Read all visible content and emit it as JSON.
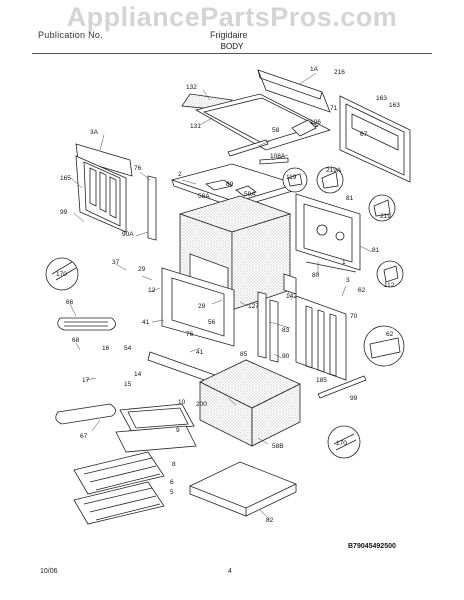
{
  "watermark": "AppliancePartsPros.com",
  "header": {
    "line1": "Publication No.",
    "line2": "Frigidaire",
    "section": "BODY"
  },
  "callouts": [
    {
      "id": "c1A",
      "text": "1A"
    },
    {
      "id": "c216",
      "text": "216"
    },
    {
      "id": "c132",
      "text": "132"
    },
    {
      "id": "c163a",
      "text": "163"
    },
    {
      "id": "c163b",
      "text": "163"
    },
    {
      "id": "c71",
      "text": "71"
    },
    {
      "id": "c131",
      "text": "131"
    },
    {
      "id": "c106",
      "text": "106"
    },
    {
      "id": "c58",
      "text": "58"
    },
    {
      "id": "c67",
      "text": "67"
    },
    {
      "id": "c3A",
      "text": "3A"
    },
    {
      "id": "c108A",
      "text": "108A"
    },
    {
      "id": "c2",
      "text": "2"
    },
    {
      "id": "c76",
      "text": "76"
    },
    {
      "id": "c119",
      "text": "119"
    },
    {
      "id": "c219A",
      "text": "219A"
    },
    {
      "id": "c165",
      "text": "165"
    },
    {
      "id": "c89",
      "text": "89"
    },
    {
      "id": "c58A",
      "text": "58A"
    },
    {
      "id": "c59A",
      "text": "59A"
    },
    {
      "id": "c81a",
      "text": "81"
    },
    {
      "id": "c99a",
      "text": "99"
    },
    {
      "id": "c219",
      "text": "219"
    },
    {
      "id": "c90A",
      "text": "90A"
    },
    {
      "id": "c81b",
      "text": "81"
    },
    {
      "id": "c170a",
      "text": "170"
    },
    {
      "id": "c37",
      "text": "37"
    },
    {
      "id": "c29",
      "text": "29"
    },
    {
      "id": "c80",
      "text": "80"
    },
    {
      "id": "c1",
      "text": "1"
    },
    {
      "id": "c112",
      "text": "112"
    },
    {
      "id": "c12",
      "text": "12"
    },
    {
      "id": "c3",
      "text": "3"
    },
    {
      "id": "c142",
      "text": "142"
    },
    {
      "id": "c66",
      "text": "66"
    },
    {
      "id": "c62a",
      "text": "62"
    },
    {
      "id": "c29b",
      "text": "29"
    },
    {
      "id": "c127",
      "text": "127"
    },
    {
      "id": "c41a",
      "text": "41"
    },
    {
      "id": "c56",
      "text": "56"
    },
    {
      "id": "c83",
      "text": "83"
    },
    {
      "id": "c70",
      "text": "70"
    },
    {
      "id": "c76b",
      "text": "76"
    },
    {
      "id": "c68",
      "text": "68"
    },
    {
      "id": "c62b",
      "text": "62"
    },
    {
      "id": "c16",
      "text": "16"
    },
    {
      "id": "c54",
      "text": "54"
    },
    {
      "id": "c41b",
      "text": "41"
    },
    {
      "id": "c85",
      "text": "85"
    },
    {
      "id": "c90",
      "text": "90"
    },
    {
      "id": "c14",
      "text": "14"
    },
    {
      "id": "c17",
      "text": "17"
    },
    {
      "id": "c15",
      "text": "15"
    },
    {
      "id": "c185",
      "text": "185"
    },
    {
      "id": "c10",
      "text": "10"
    },
    {
      "id": "c200",
      "text": "200"
    },
    {
      "id": "c99b",
      "text": "99"
    },
    {
      "id": "c67b",
      "text": "67"
    },
    {
      "id": "c9",
      "text": "9"
    },
    {
      "id": "c58B",
      "text": "58B"
    },
    {
      "id": "c170b",
      "text": "170"
    },
    {
      "id": "c8",
      "text": "8"
    },
    {
      "id": "c6",
      "text": "6"
    },
    {
      "id": "c5",
      "text": "5"
    },
    {
      "id": "c82",
      "text": "82"
    }
  ],
  "catalog_number": "B79045492500",
  "footer": {
    "date": "10/06",
    "page": "4"
  }
}
